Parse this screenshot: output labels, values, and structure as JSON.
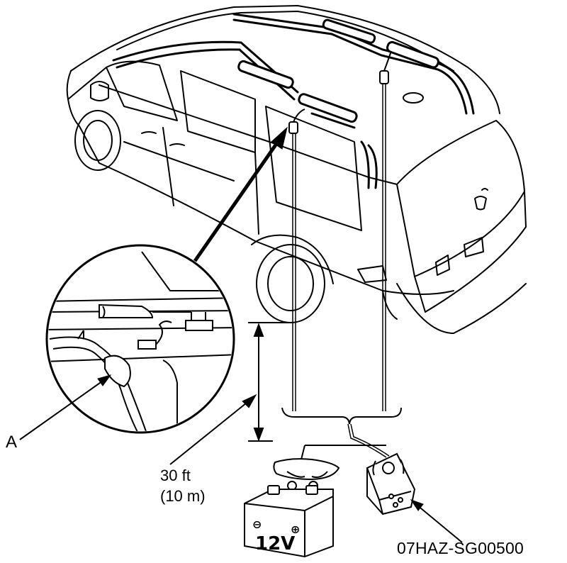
{
  "labels": {
    "callout_a": "A",
    "distance_ft": "30 ft",
    "distance_m": "(10 m)",
    "figure_id": "07HAZ-SG00500",
    "battery_voltage": "12V",
    "battery_minus": "⊖",
    "battery_plus": "⊕"
  }
}
